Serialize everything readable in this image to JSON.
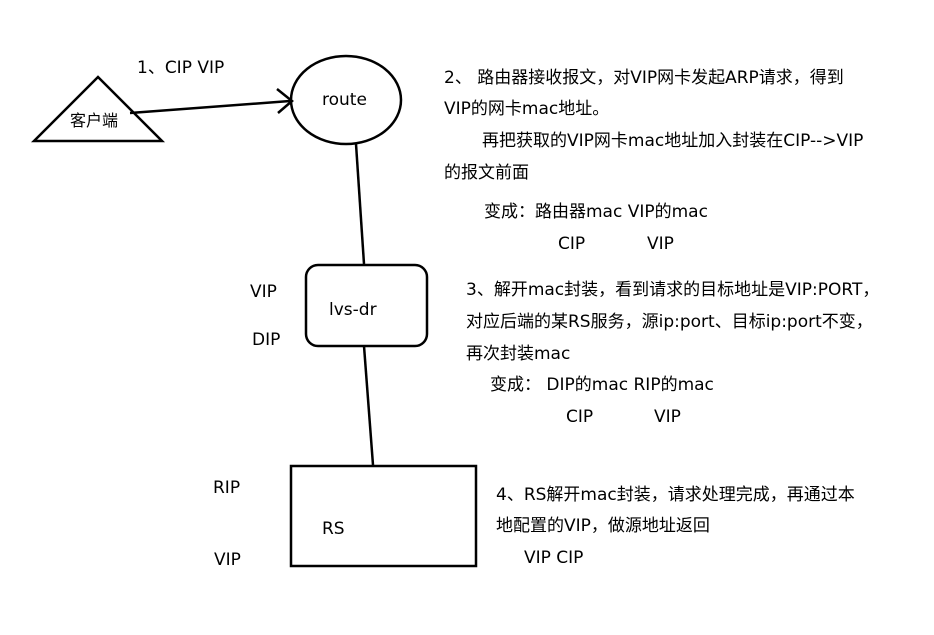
{
  "diagram": {
    "nodes": {
      "client": "客户端",
      "route": "route",
      "lvs": "lvs-dr",
      "rs": "RS"
    },
    "edge_labels": {
      "client_route": "1、CIP  VIP"
    },
    "side_labels": {
      "lvs_vip": "VIP",
      "lvs_dip": "DIP",
      "rs_rip": "RIP",
      "rs_vip": "VIP"
    },
    "notes": {
      "step2": {
        "line1": "2、 路由器接收报文，对VIP网卡发起ARP请求，得到",
        "line2": "VIP的网卡mac地址。",
        "line3": "再把获取的VIP网卡mac地址加入封装在CIP-->VIP",
        "line4": "的报文前面",
        "line5": "变成：路由器mac  VIP的mac",
        "line6a": "CIP",
        "line6b": "VIP"
      },
      "step3": {
        "line1": "3、解开mac封装，看到请求的目标地址是VIP:PORT，",
        "line2": "对应后端的某RS服务，源ip:port、目标ip:port不变，",
        "line3": "再次封装mac",
        "line4": "变成：  DIP的mac  RIP的mac",
        "line5a": "CIP",
        "line5b": "VIP"
      },
      "step4": {
        "line1": "4、RS解开mac封装，请求处理完成，再通过本",
        "line2": "地配置的VIP，做源地址返回",
        "line3": "VIP  CIP"
      }
    }
  }
}
